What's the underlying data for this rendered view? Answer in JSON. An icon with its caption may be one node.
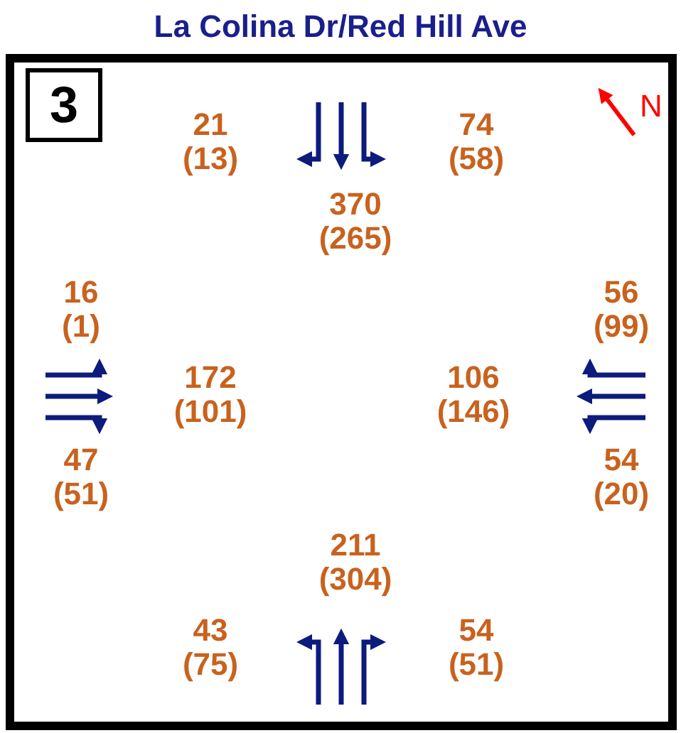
{
  "diagram": {
    "title": "La Colina Dr/Red Hill Ave",
    "labels": [
      "3",
      "N",
      "21",
      "(13)",
      "74",
      "(58)",
      "370",
      "(265)",
      "16",
      "(1)",
      "56",
      "(99)",
      "172",
      "(101)",
      "106",
      "(146)",
      "47",
      "(51)",
      "54",
      "(20)",
      "211",
      "(304)",
      "43",
      "(75)",
      "54",
      "(51)"
    ]
  }
}
